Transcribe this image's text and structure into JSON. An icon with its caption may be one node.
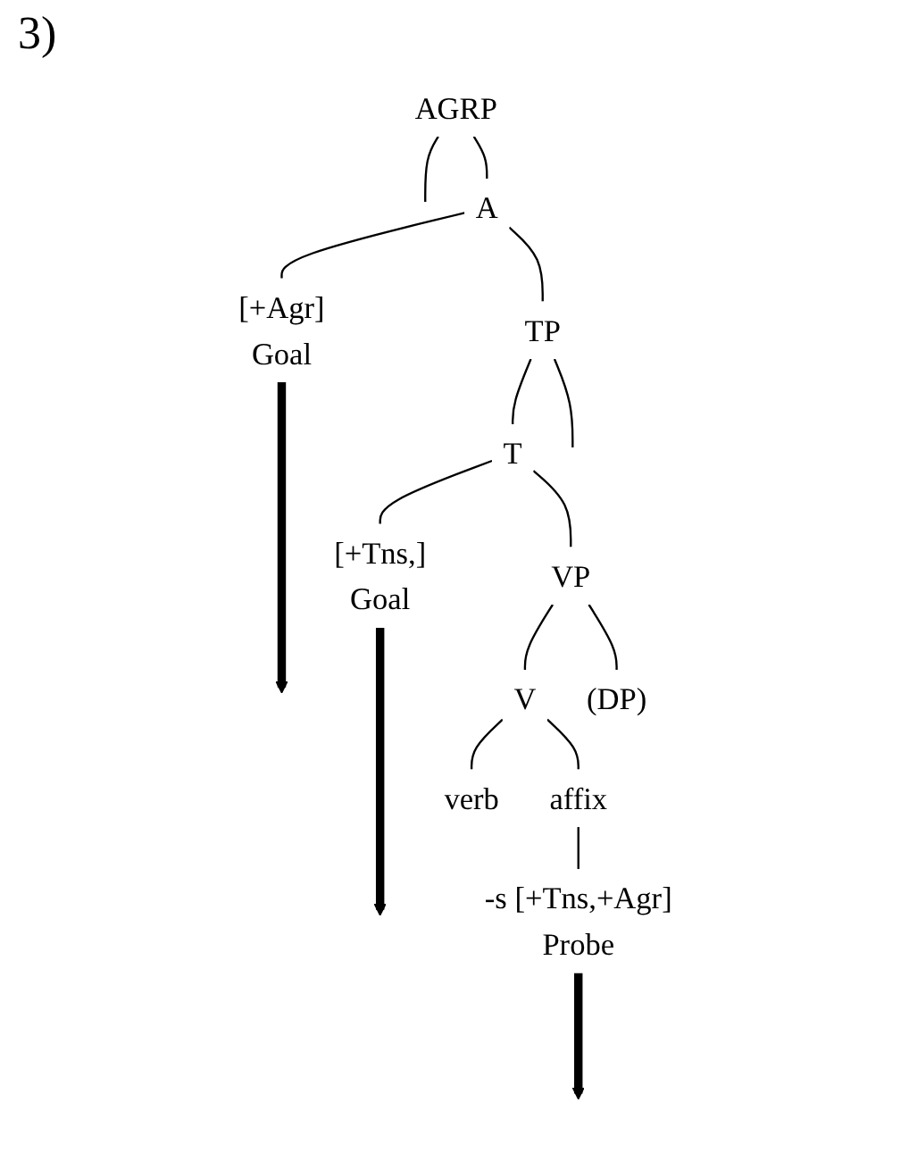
{
  "diagram": {
    "nodes": [
      {
        "text": [
          "AGRP"
        ]
      },
      {
        "text": [
          "A"
        ]
      },
      {
        "text": [
          "[+Agr]",
          "Goal"
        ]
      },
      {
        "text": [
          "TP"
        ]
      },
      {
        "text": [
          "T"
        ]
      },
      {
        "text": [
          "[+Tns,]",
          "Goal"
        ]
      },
      {
        "text": [
          "VP"
        ]
      },
      {
        "text": [
          "V"
        ]
      },
      {
        "text": [
          "(DP)"
        ]
      },
      {
        "text": [
          "verb"
        ]
      },
      {
        "text": [
          "affix"
        ]
      },
      {
        "text": [
          "-s [+Tns,+Agr]",
          "Probe"
        ]
      }
    ],
    "edges": [
      {
        "from": 0,
        "to": null,
        "arrow": "none"
      },
      {
        "from": 0,
        "to": 1,
        "arrow": "none"
      },
      {
        "from": 1,
        "to": 2,
        "arrow": "none"
      },
      {
        "from": 1,
        "to": 3,
        "arrow": "none"
      },
      {
        "from": 2,
        "to": null,
        "arrow": "to",
        "style": "thick"
      },
      {
        "from": 3,
        "to": 4,
        "arrow": "none"
      },
      {
        "from": 3,
        "to": null,
        "arrow": "none"
      },
      {
        "from": 4,
        "to": 5,
        "arrow": "none"
      },
      {
        "from": 4,
        "to": 6,
        "arrow": "none"
      },
      {
        "from": 5,
        "to": null,
        "arrow": "to",
        "style": "thick"
      },
      {
        "from": 6,
        "to": 7,
        "arrow": "none"
      },
      {
        "from": 6,
        "to": 8,
        "arrow": "none"
      },
      {
        "from": 7,
        "to": 9,
        "arrow": "none"
      },
      {
        "from": 7,
        "to": 10,
        "arrow": "none"
      },
      {
        "from": 10,
        "to": 11,
        "arrow": "none"
      },
      {
        "from": 11,
        "to": null,
        "arrow": "to",
        "style": "thick"
      }
    ],
    "labels": [
      "3)"
    ]
  }
}
